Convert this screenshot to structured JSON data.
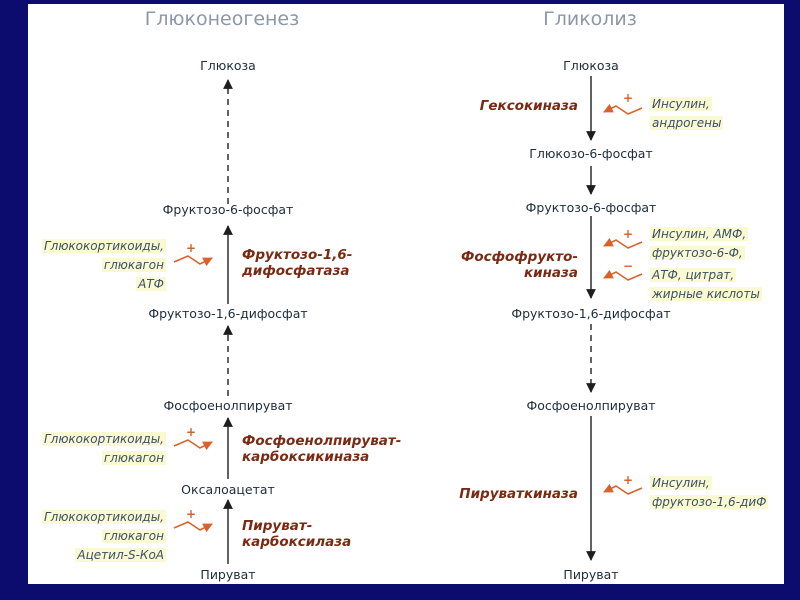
{
  "titles": {
    "gluconeogenesis": "Глюконеогенез",
    "glycolysis": "Гликолиз"
  },
  "left": {
    "glucose": "Глюкоза",
    "f6p": "Фруктозо-6-фосфат",
    "f16bp": "Фруктозо-1,6-дифосфат",
    "pep": "Фосфоенолпируват",
    "oxaloacetate": "Оксалоацетат",
    "pyruvate": "Пируват",
    "enzymes": {
      "fbpase": [
        "Фруктозо-1,6-",
        "дифосфатаза"
      ],
      "pepck": [
        "Фосфоенолпируват-",
        "карбоксикиназа"
      ],
      "pc": [
        "Пируват-",
        "карбоксилаза"
      ]
    },
    "effectors": {
      "fbpase": [
        "Глюкокортикоиды,",
        "глюкагон",
        "АТФ"
      ],
      "pepck": [
        "Глюкокортикоиды,",
        "глюкагон"
      ],
      "pc": [
        "Глюкокортикоиды,",
        "глюкагон",
        "Ацетил-S-КоА"
      ]
    }
  },
  "right": {
    "glucose": "Глюкоза",
    "g6p": "Глюкозо-6-фосфат",
    "f6p": "Фруктозо-6-фосфат",
    "f16bp": "Фруктозо-1,6-дифосфат",
    "pep": "Фосфоенолпируват",
    "pyruvate": "Пируват",
    "enzymes": {
      "hexokinase": "Гексокиназа",
      "pfk": [
        "Фосфофрукто-",
        "киназа"
      ],
      "pk": "Пируваткиназа"
    },
    "effectors": {
      "hexokinase": [
        "Инсулин,",
        "андрогены"
      ],
      "pfk_activators": [
        "Инсулин, АМФ,",
        "фруктозо-6-Ф,"
      ],
      "pfk_inhibitors": [
        "АТФ, цитрат,",
        "жирные кислоты"
      ],
      "pk": [
        "Инсулин,",
        "фруктозо-1,6-диФ"
      ]
    }
  },
  "signs": {
    "plus": "+",
    "minus": "−"
  },
  "colors": {
    "background": "#0c0c6e",
    "title": "#8c97a8",
    "metabolite": "#1e2c3c",
    "enzyme": "#7a2a12",
    "effector_bg": "#fafad2",
    "effector_text": "#3c4f66",
    "regulation": "#d9622b"
  }
}
